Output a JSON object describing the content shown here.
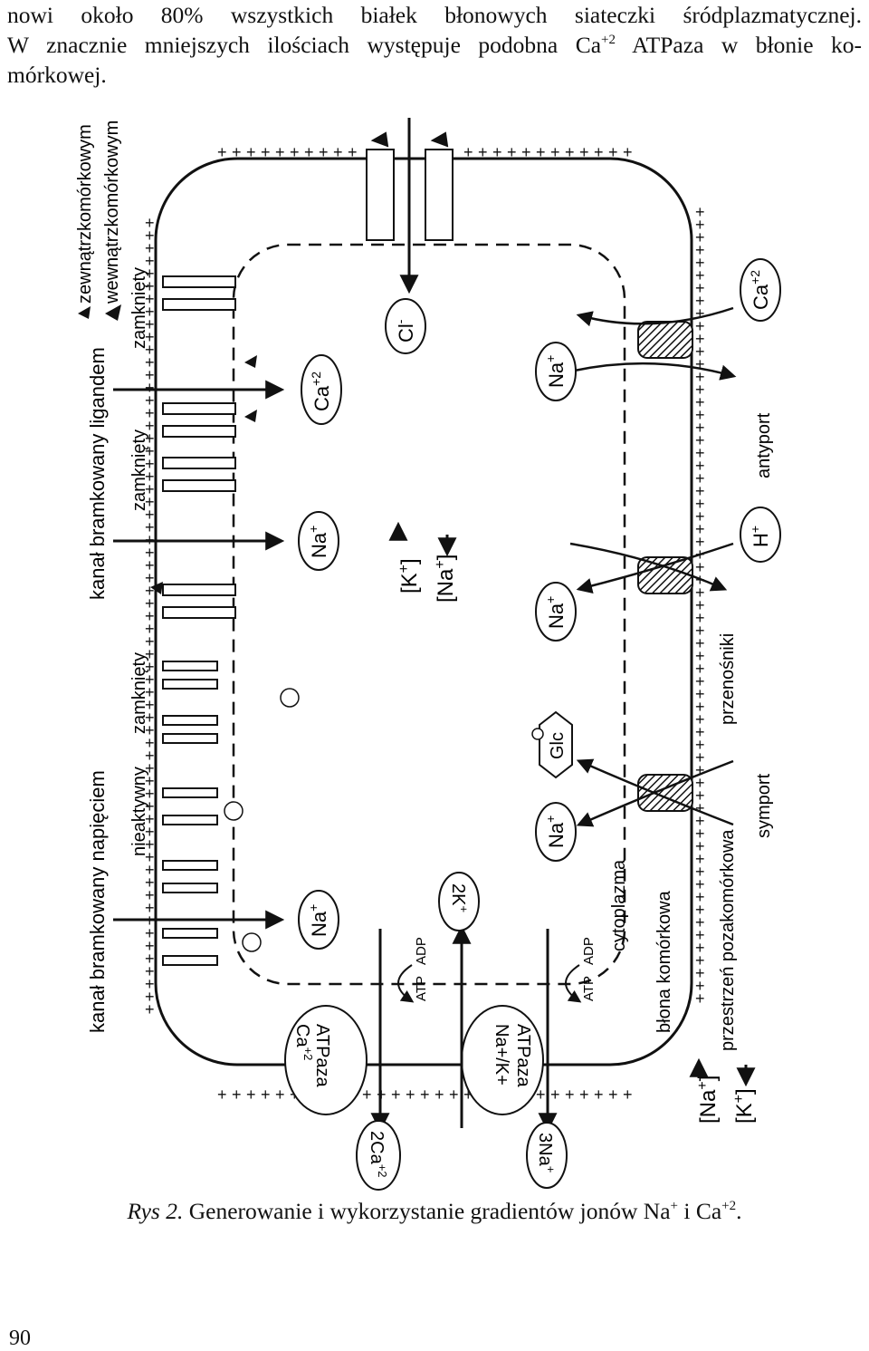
{
  "paragraph": {
    "line1": "nowi około 80% wszystkich białek  błonowych siateczki śródplazmatycznej.",
    "line2_a": "W znacznie mniejszych ilościach występuje podobna Ca",
    "line2_sup": "+2",
    "line2_b": " ATPaza w błonie ko-",
    "line3": "mórkowej."
  },
  "figure": {
    "legend_extracellular": "zewnątrzkomórkowym",
    "legend_intracellular": "wewnątrzkomórkowym",
    "title_voltage_gated": "kanał bramkowany napięciem",
    "title_ligand_gated": "kanał bramkowany ligandem",
    "state_inactive": "nieaktywny",
    "state_closed": "zamknięty",
    "ion_na": "Na",
    "ion_ca": "Ca",
    "ion_cl": "Cl",
    "ion_glc": "Glc",
    "ion_h": "H",
    "ion_k2": "2K",
    "ion_3na": "3Na",
    "ion_2ca": "2Ca",
    "sup_plus": "+",
    "sup_minus": "-",
    "sup_2": "+2",
    "conc_k": "[K",
    "conc_na": "[Na",
    "atpase_ca_line1": "ATPaza",
    "atpase_ca_line2": "Ca",
    "atpase_nak_line1": "ATPaza",
    "atpase_nak_line2": "Na+/K+",
    "atp": "ATP",
    "adp": "ADP",
    "label_cytoplasm": "cytoplazma",
    "label_membrane": "błona komórkowa",
    "label_extracellular_space": "przestrzeń pozakomórkowa",
    "label_carriers": "przenośniki",
    "label_symport": "symport",
    "label_antiport": "antyport"
  },
  "caption": {
    "label": "Rys 2.",
    "text_a": " Generowanie i wykorzystanie gradientów jonów Na",
    "sup_a": "+",
    "text_b": " i Ca",
    "sup_b": "+2",
    "text_c": "."
  },
  "page_number": "90"
}
